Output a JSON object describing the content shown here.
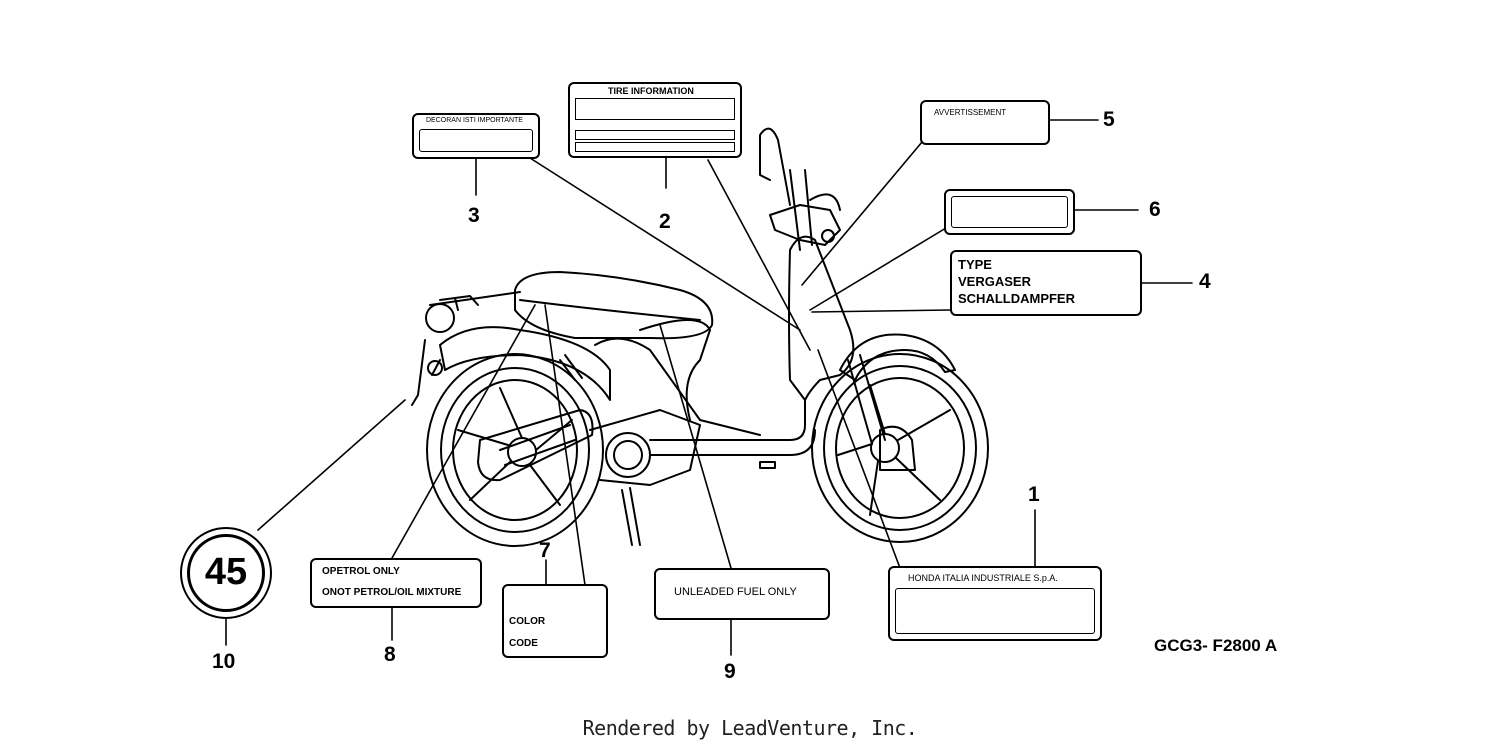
{
  "diagram_code": "GCG3- F2800 A",
  "footer": "Rendered by LeadVenture, Inc.",
  "callouts": [
    {
      "num": "1",
      "lines": [
        "HONDA ITALIA INDUSTRIALE S.p.A."
      ]
    },
    {
      "num": "2",
      "lines": [
        "TIRE INFORMATION"
      ]
    },
    {
      "num": "3",
      "lines": [
        "DECORAN ISTI IMPORTANTE"
      ]
    },
    {
      "num": "4",
      "lines": [
        "TYPE",
        "VERGASER",
        "SCHALLDAMPFER"
      ]
    },
    {
      "num": "5",
      "lines": [
        "AVVERTISSEMENT"
      ]
    },
    {
      "num": "6",
      "lines": []
    },
    {
      "num": "7",
      "lines": [
        "COLOR",
        "CODE"
      ]
    },
    {
      "num": "8",
      "lines": [
        "OPETROL ONLY",
        "ONOT PETROL/OIL MIXTURE"
      ]
    },
    {
      "num": "9",
      "lines": [
        "UNLEADED FUEL ONLY"
      ]
    },
    {
      "num": "10",
      "lines": [
        "45"
      ]
    }
  ]
}
